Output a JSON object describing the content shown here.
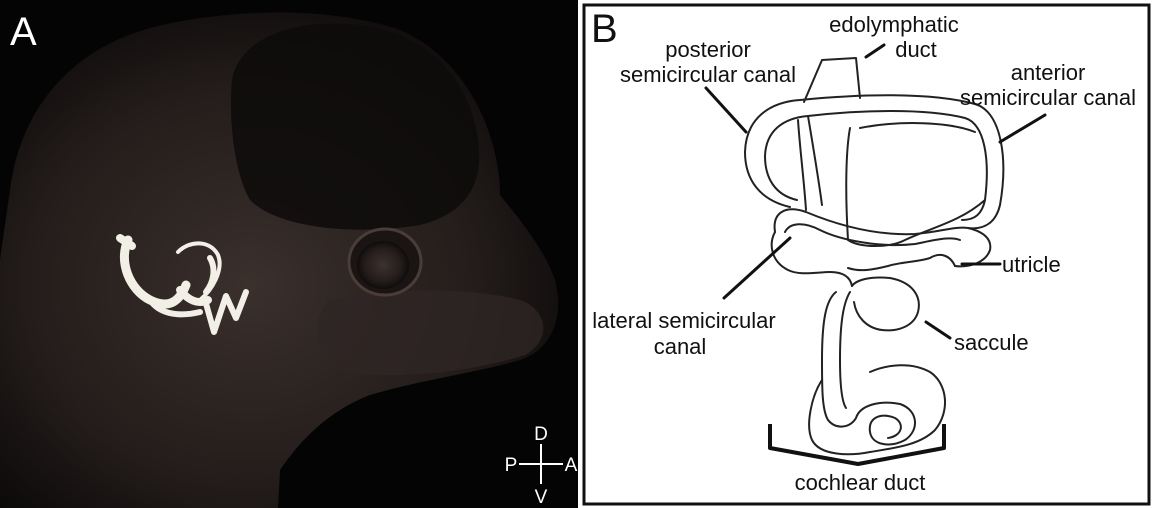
{
  "panel_a": {
    "letter": "A",
    "orientation": {
      "dorsal": "D",
      "ventral": "V",
      "posterior": "P",
      "anterior": "A"
    }
  },
  "panel_b": {
    "letter": "B",
    "labels": {
      "posterior_line1": "posterior",
      "posterior_line2": "semicircular canal",
      "endolymphatic_line1": "edolymphatic",
      "endolymphatic_line2": "duct",
      "anterior_line1": "anterior",
      "anterior_line2": "semicircular canal",
      "utricle": "utricle",
      "lateral_line1": "lateral semicircular",
      "lateral_line2": "canal",
      "saccule": "saccule",
      "cochlear": "cochlear duct"
    }
  },
  "colors": {
    "photo_background": "#050404",
    "ear_highlight": "#f2efe6",
    "diagram_stroke": "#222222",
    "label_text": "#111111"
  }
}
